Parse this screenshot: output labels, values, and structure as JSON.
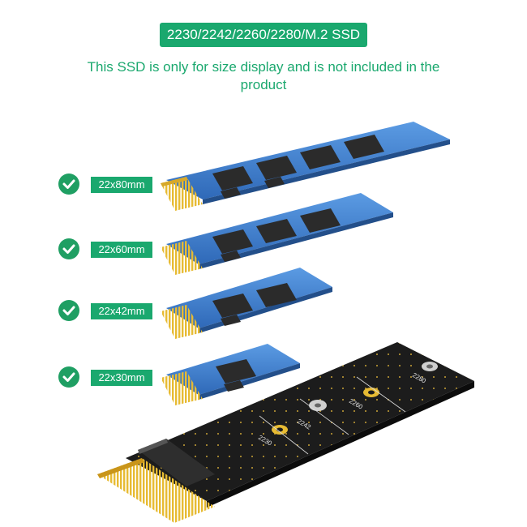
{
  "header": {
    "title": "2230/2242/2260/2280/M.2 SSD",
    "note": "This SSD is only for size display and is not included in the product"
  },
  "sizes": [
    {
      "label": "22x80mm"
    },
    {
      "label": "22x60mm"
    },
    {
      "label": "22x42mm"
    },
    {
      "label": "22x30mm"
    }
  ],
  "adapter": {
    "mount_labels": [
      "2230",
      "2242",
      "2260",
      "2280"
    ]
  },
  "colors": {
    "accent": "#1aa86e",
    "ssd_pcb": "#3f7fd0",
    "adapter_pcb": "#1c1c1c",
    "gold": "#e3b52b"
  }
}
